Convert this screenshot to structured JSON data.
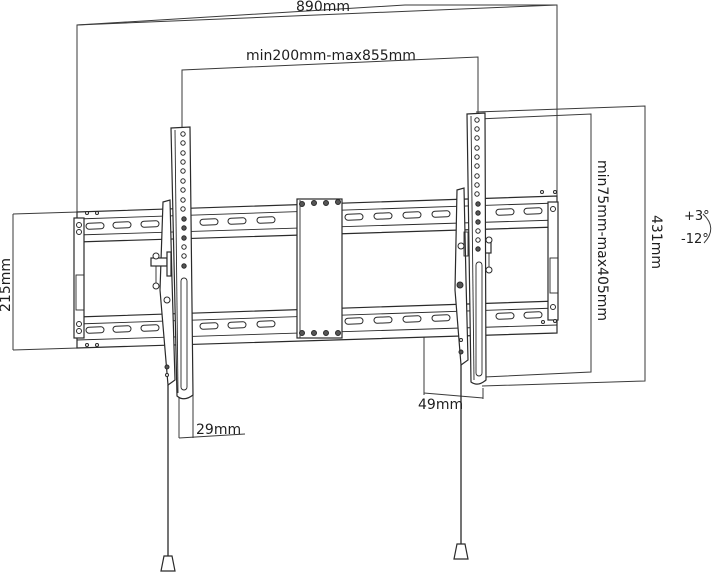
{
  "title": "Tilting TV wall mount bracket dimension diagram",
  "dimensions": {
    "overall_width": "890mm",
    "arm_spacing": "min200mm-max855mm",
    "wall_plate_height": "215mm",
    "vertical_hole_range": "min75mm-max405mm",
    "arm_height": "431mm",
    "wall_distance_min": "29mm",
    "wall_distance_max": "49mm"
  },
  "tilt": {
    "up": "+3°",
    "down": "-12°"
  },
  "parts": [
    {
      "name": "wall-plate",
      "label": ""
    },
    {
      "name": "left-tv-arm",
      "label": ""
    },
    {
      "name": "right-tv-arm",
      "label": ""
    },
    {
      "name": "center-bracket",
      "label": ""
    },
    {
      "name": "left-pull-cord",
      "label": ""
    },
    {
      "name": "right-pull-cord",
      "label": ""
    }
  ],
  "colors": {
    "line": "#2a2a2a",
    "background": "#ffffff"
  }
}
